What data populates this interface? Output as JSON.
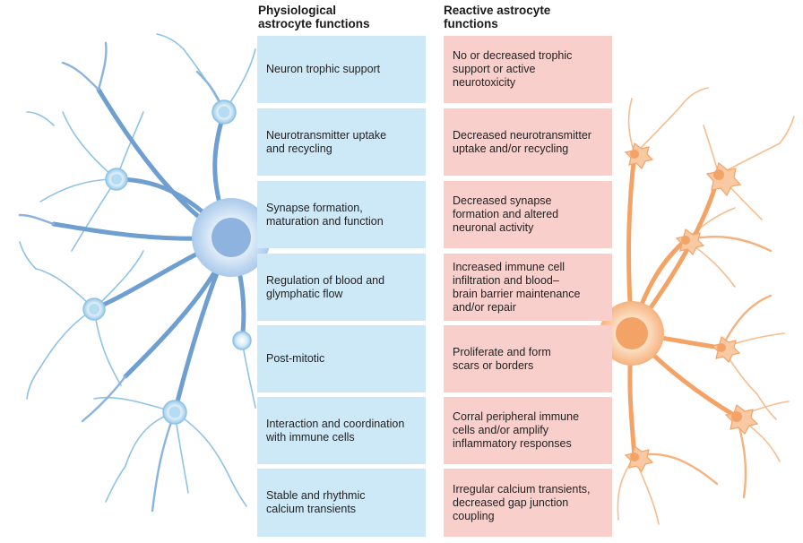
{
  "headers": {
    "physiological": [
      "Physiological",
      "astrocyte functions"
    ],
    "reactive": [
      "Reactive astrocyte",
      "functions"
    ]
  },
  "physiological": [
    "Neuron trophic support",
    "Neurotransmitter uptake\nand recycling",
    "Synapse formation,\nmaturation and function",
    "Regulation of blood and\nglymphatic flow",
    "Post-mitotic",
    "Interaction and coordination\nwith immune cells",
    "Stable and rhythmic\ncalcium transients"
  ],
  "reactive": [
    "No or decreased trophic\nsupport or active\nneurotoxicity",
    "Decreased neurotransmitter\nuptake and/or recycling",
    "Decreased synapse\nformation and altered\nneuronal activity",
    "Increased immune cell\ninfiltration and blood–\nbrain barrier maintenance\nand/or repair",
    "Proliferate and form\nscars or borders",
    "Corral peripheral immune\ncells and/or amplify\ninflammatory responses",
    "Irregular calcium transients,\ndecreased gap junction\ncoupling"
  ],
  "colors": {
    "physiological_box": "#cde9f7",
    "reactive_box": "#f9cfcc",
    "astrocyte_blue": "#6f9fd0",
    "astrocyte_orange": "#f4a366"
  },
  "icons": [
    "healthy-astrocyte-illustration",
    "reactive-astrocyte-illustration"
  ]
}
